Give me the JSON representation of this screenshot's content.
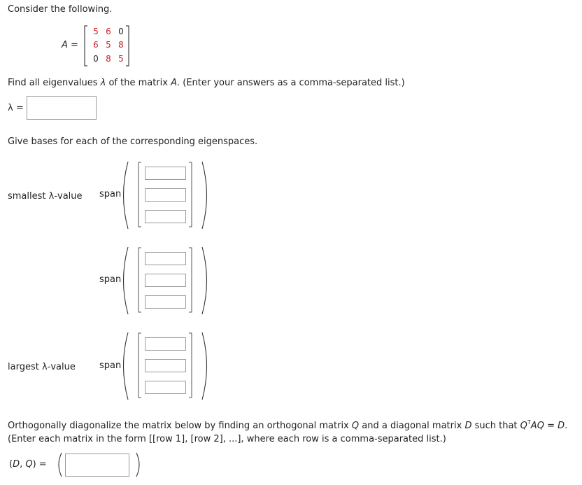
{
  "intro": "Consider the following.",
  "matrix": {
    "label_name": "A",
    "label_eq": " =",
    "rows": [
      [
        "5",
        "6",
        "0"
      ],
      [
        "6",
        "5",
        "8"
      ],
      [
        "0",
        "8",
        "5"
      ]
    ]
  },
  "q1": {
    "prefix": "Find all eigenvalues ",
    "lambda": "λ",
    "mid": " of the matrix ",
    "matrix_name": "A",
    "suffix": ". (Enter your answers as a comma-separated list.)",
    "answer_label": "λ =",
    "answer_value": ""
  },
  "q2": {
    "instruction": "Give bases for each of the corresponding eigenspaces.",
    "span_word": "span",
    "rows": [
      {
        "label": "smallest λ-value",
        "values": [
          "",
          "",
          ""
        ]
      },
      {
        "label": "",
        "values": [
          "",
          "",
          ""
        ]
      },
      {
        "label": "largest λ-value",
        "values": [
          "",
          "",
          ""
        ]
      }
    ]
  },
  "q3": {
    "line1_a": "Orthogonally diagonalize the matrix below by finding an orthogonal matrix ",
    "Q": "Q",
    "line1_b": " and a diagonal matrix ",
    "D": "D",
    "line1_c": " such that ",
    "T": "T",
    "AQ": "AQ",
    "eq": " = ",
    "dot": ".",
    "line2": "(Enter each matrix in the form [[row 1], [row 2], ...], where each row is a comma-separated list.)",
    "answer_label_open": "(",
    "answer_label_comma": ", ",
    "answer_label_close": ")",
    "answer_label_eq": " =",
    "answer_value": ""
  }
}
